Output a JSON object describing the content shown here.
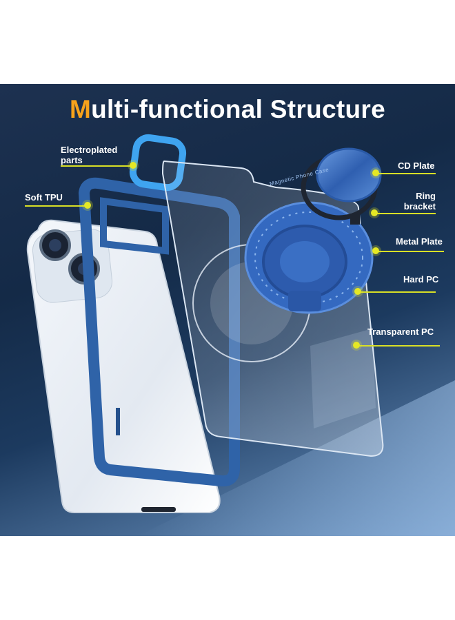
{
  "title": {
    "accent": "M",
    "rest": "ulti-functional Structure"
  },
  "labels": {
    "electroplated": "Electroplated parts",
    "soft_tpu": "Soft TPU",
    "cd_plate": "CD Plate",
    "ring_bracket": "Ring bracket",
    "metal_plate": "Metal Plate",
    "hard_pc": "Hard PC",
    "transparent_pc": "Transparent PC"
  },
  "ring_text": "Magnetic Phone Case",
  "colors": {
    "accent": "#f7a21b",
    "callout": "#e5e825",
    "frame_blue": "#2f63a8",
    "background": "#142a47"
  }
}
